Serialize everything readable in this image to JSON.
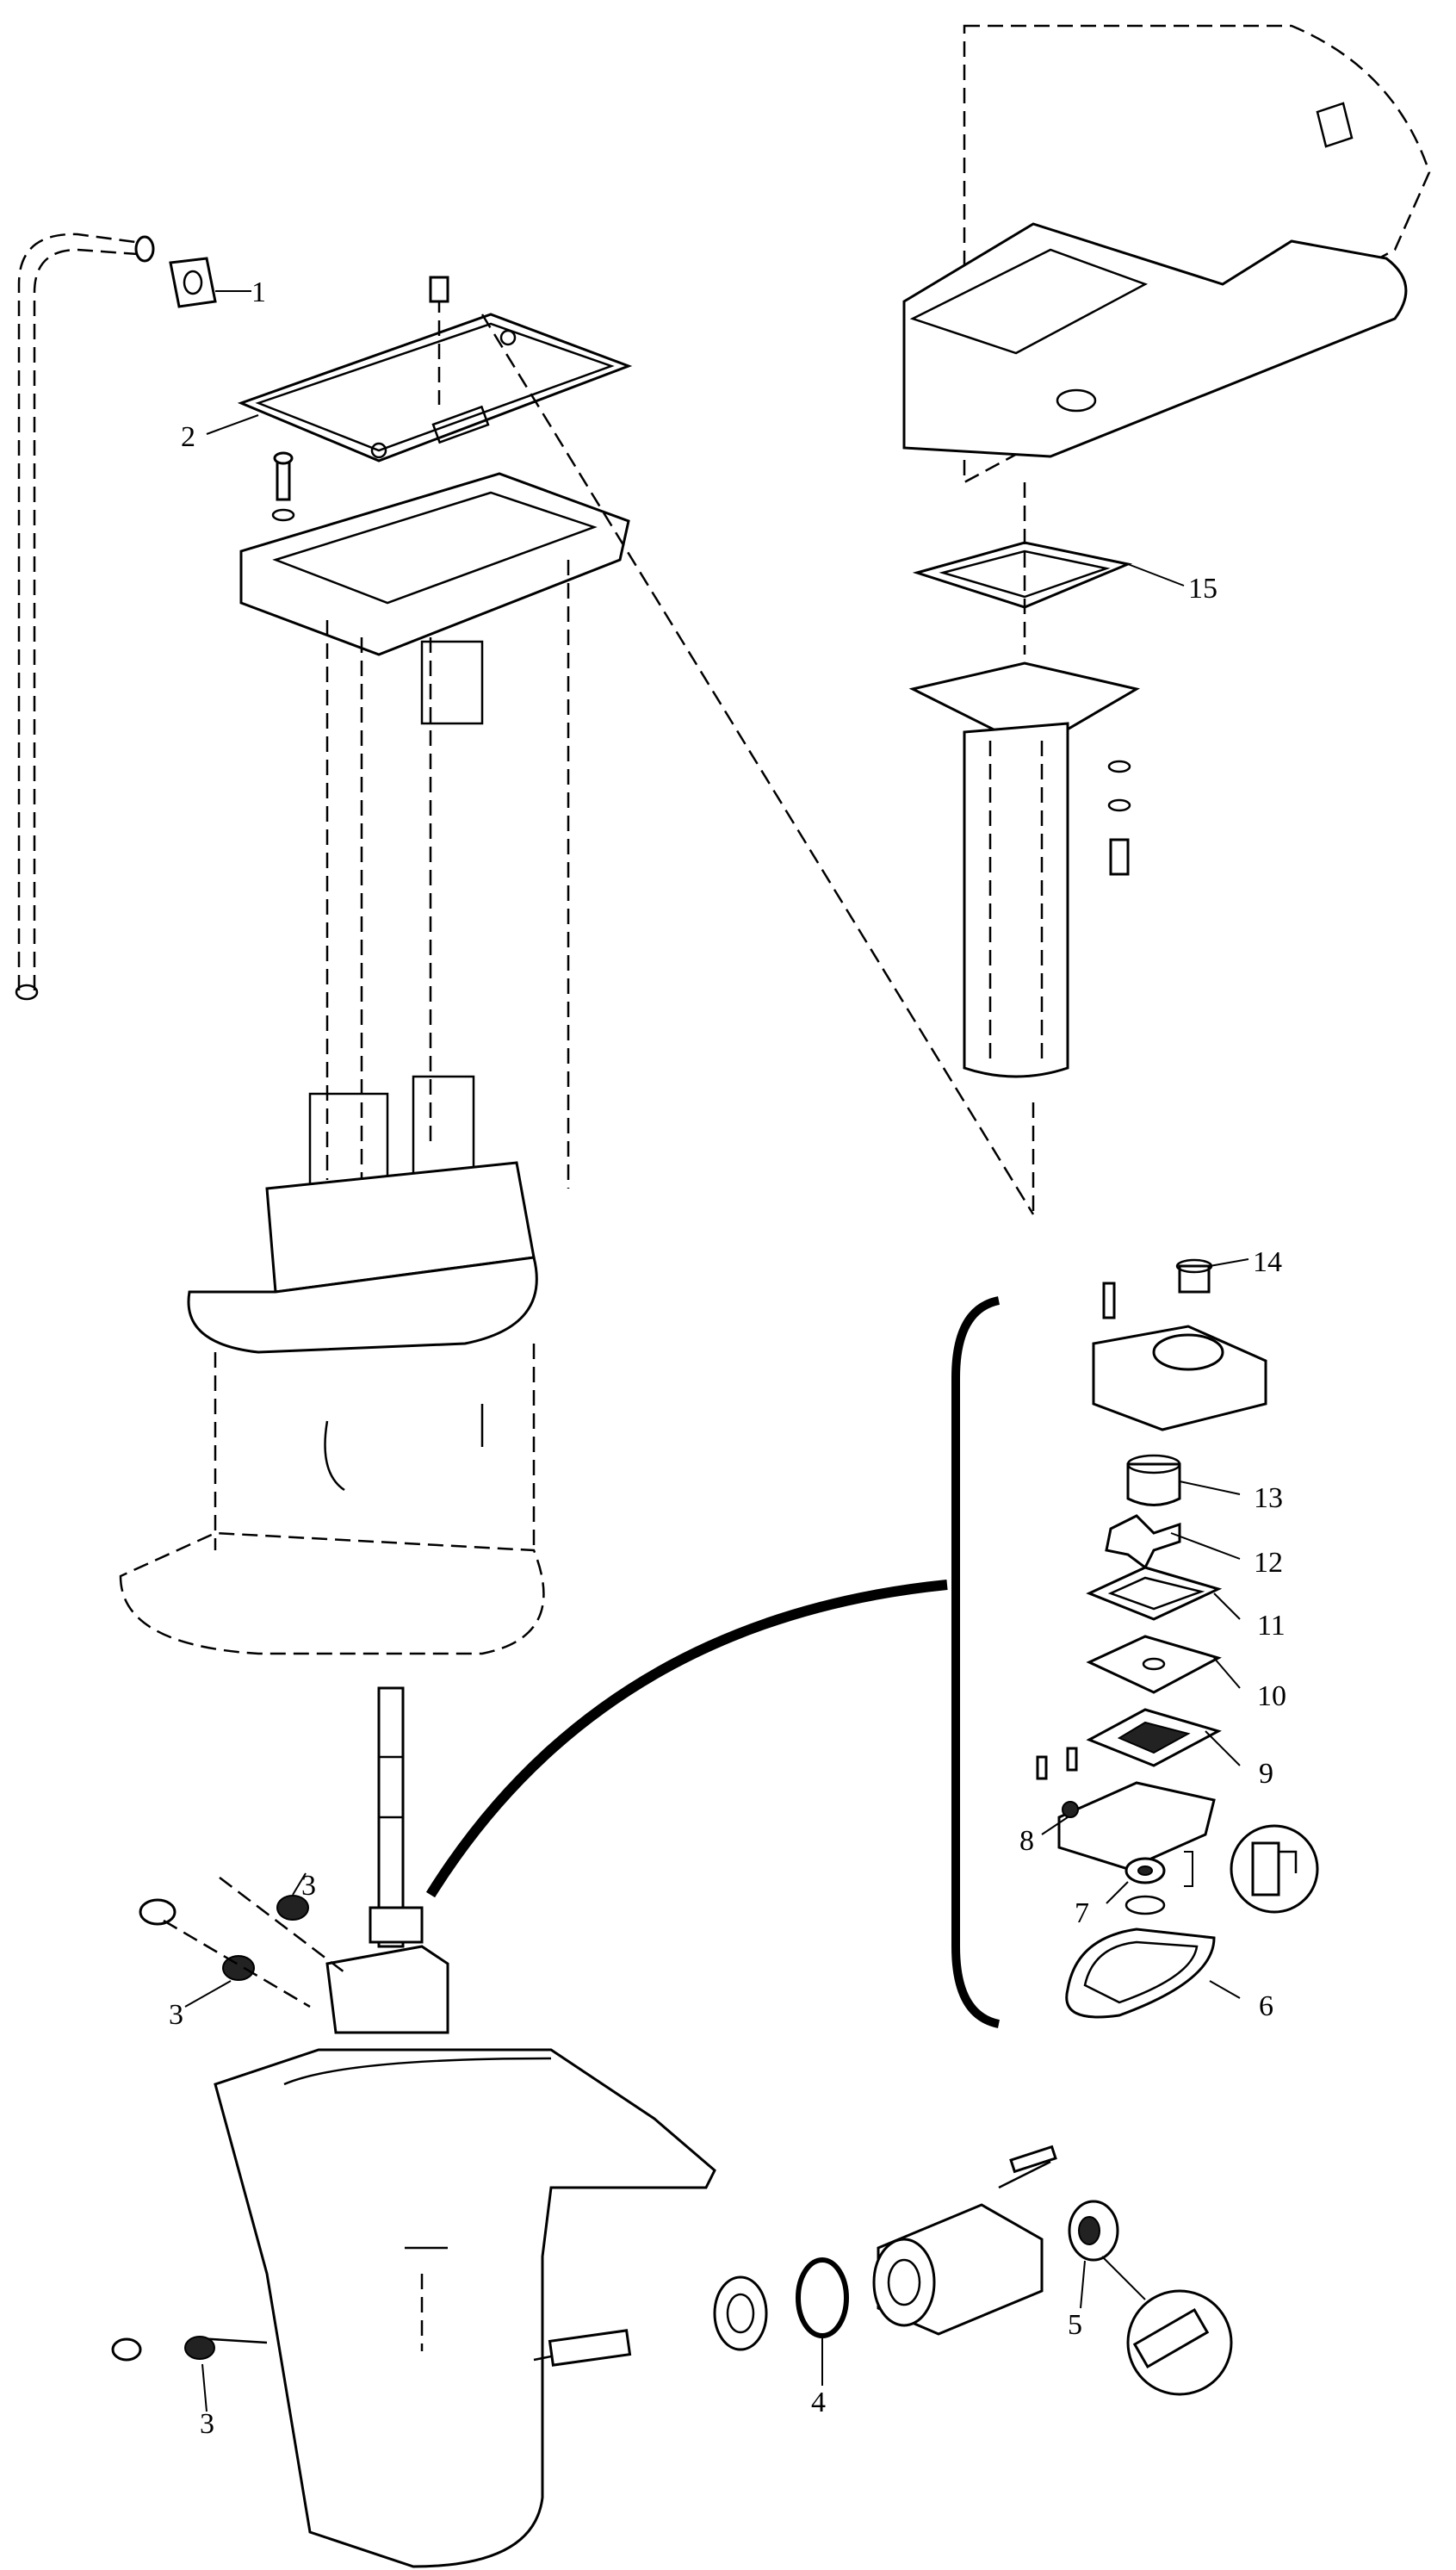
{
  "callouts": [
    {
      "id": "1",
      "label": "1"
    },
    {
      "id": "2",
      "label": "2"
    },
    {
      "id": "3a",
      "label": "3"
    },
    {
      "id": "3b",
      "label": "3"
    },
    {
      "id": "3c",
      "label": "3"
    },
    {
      "id": "4",
      "label": "4"
    },
    {
      "id": "5",
      "label": "5"
    },
    {
      "id": "6",
      "label": "6"
    },
    {
      "id": "7",
      "label": "7"
    },
    {
      "id": "8",
      "label": "8"
    },
    {
      "id": "9",
      "label": "9"
    },
    {
      "id": "10",
      "label": "10"
    },
    {
      "id": "11",
      "label": "11"
    },
    {
      "id": "12",
      "label": "12"
    },
    {
      "id": "13",
      "label": "13"
    },
    {
      "id": "14",
      "label": "14"
    },
    {
      "id": "15",
      "label": "15"
    }
  ],
  "colors": {
    "line": "#000000",
    "background": "#ffffff",
    "fill": "#ffffff",
    "dark": "#222222"
  }
}
